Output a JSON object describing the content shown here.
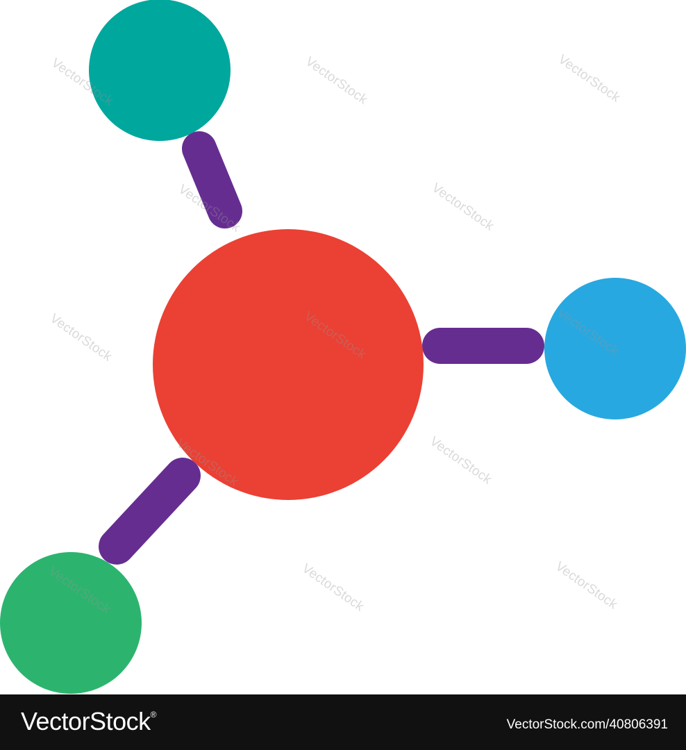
{
  "diagram": {
    "center_atom": {
      "color": "#EB4034"
    },
    "atoms": [
      {
        "id": "teal",
        "color": "#00A79D"
      },
      {
        "id": "blue",
        "color": "#28A8E0"
      },
      {
        "id": "green",
        "color": "#2CB46E"
      }
    ],
    "bond_color": "#662D91"
  },
  "watermark": {
    "text": "VectorStock"
  },
  "footer": {
    "brand": "VectorStock",
    "registered_mark": "®",
    "image_id": "VectorStock.com/40806391"
  }
}
